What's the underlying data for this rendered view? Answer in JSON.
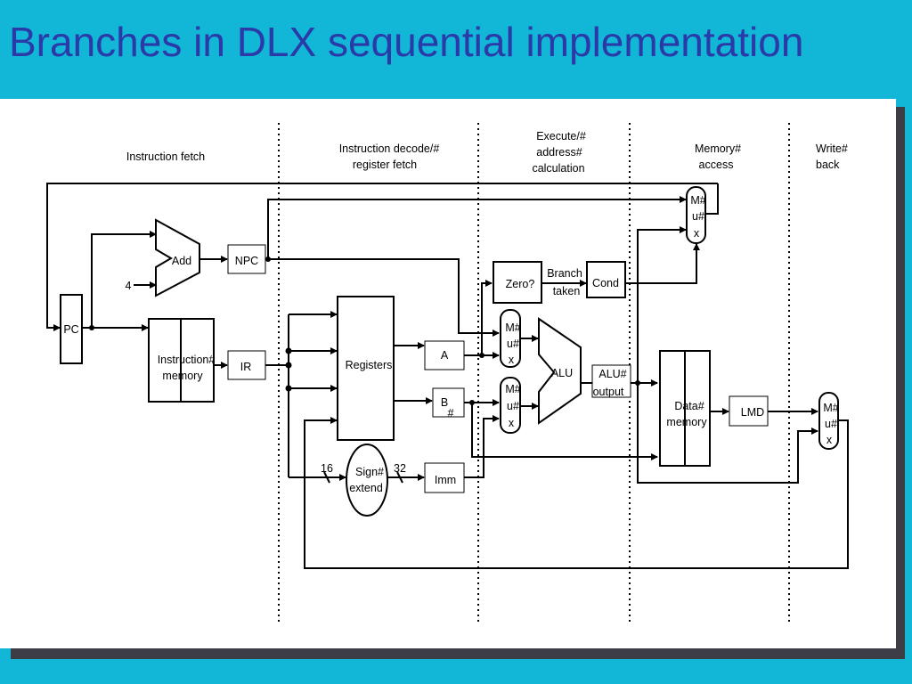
{
  "title": "Branches in DLX sequential implementation",
  "stages": {
    "fetch": "Instruction fetch",
    "decode_1": "Instruction decode/#",
    "decode_2": "register fetch",
    "exec_1": "Execute/#",
    "exec_2": "address#",
    "exec_3": "calculation",
    "mem_1": "Memory#",
    "mem_2": "access",
    "wb_1": "Write#",
    "wb_2": "back"
  },
  "blocks": {
    "pc": "PC",
    "add": "Add",
    "four": "4",
    "npc": "NPC",
    "imem_1": "Instruction#",
    "imem_2": "memory",
    "ir": "IR",
    "registers": "Registers",
    "a": "A",
    "b_1": "B",
    "b_2": "#",
    "sign_1": "Sign#",
    "sign_2": "extend",
    "bits16": "16",
    "bits32": "32",
    "imm": "Imm",
    "zero": "Zero?",
    "branch_1": "Branch",
    "branch_2": "taken",
    "cond": "Cond",
    "alu": "ALU",
    "aluout_1": "ALU#",
    "aluout_2": "output",
    "dmem_1": "Data#",
    "dmem_2": "memory",
    "lmd": "LMD",
    "mux_1": "M#",
    "mux_2": "u#",
    "mux_3": "x"
  },
  "colors": {
    "background": "#12b6d6",
    "title": "#2a3aa8",
    "panel": "#ffffff",
    "shadow": "#3d3d46"
  }
}
